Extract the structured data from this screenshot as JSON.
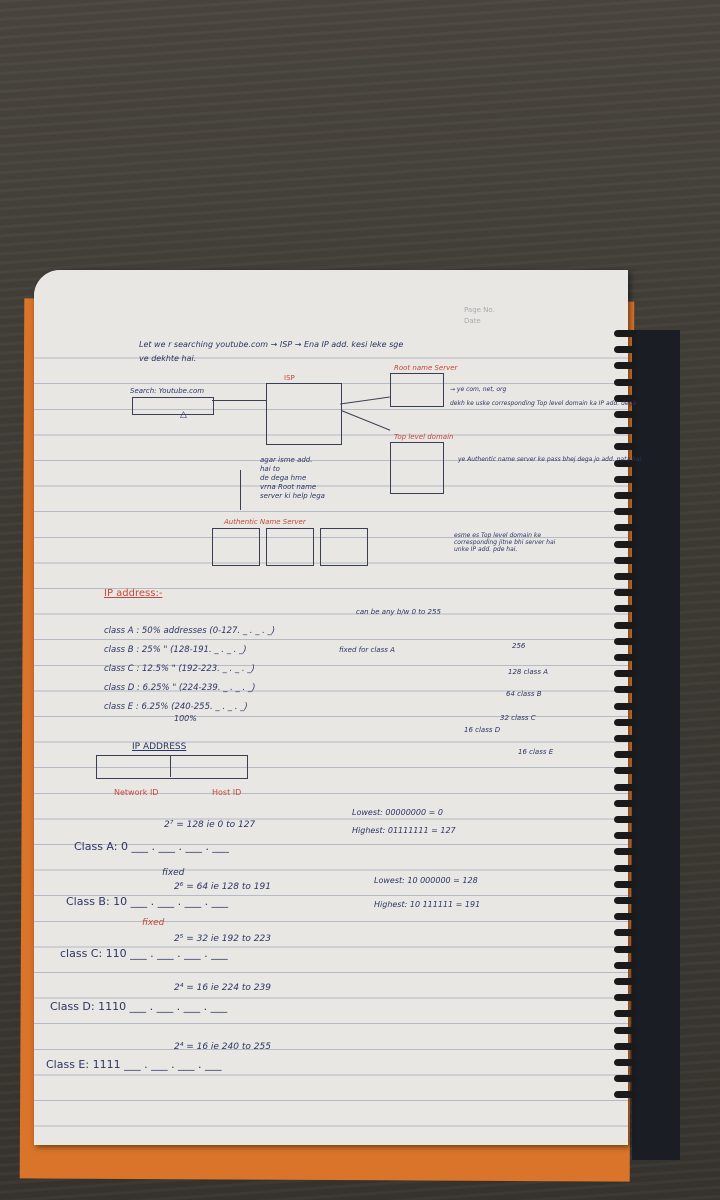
{
  "page": {
    "header_page_no": "Page No.",
    "header_date": "Date"
  },
  "notes": {
    "intro_line1": "Let we r searching youtube.com → ISP → Ena IP add. kesi leke sge",
    "intro_line2": "ve dekhte hai.",
    "search_label": "Search: Youtube.com",
    "isp_label": "ISP",
    "root_server": "Root name Server",
    "root_note1": "→ ye com, net, org",
    "root_note2": "dekh ke uske corresponding Top level domain ka IP add. dega",
    "top_level": "Top level domain",
    "top_note": "ye Authentic name server ke pass bhej dega jo add. pata hai",
    "isp_note1": "agar isme add.",
    "isp_note2": "hai to",
    "isp_note3": "de dega hme",
    "isp_note4": "vrna Root name",
    "isp_note5": "server ki help lega",
    "authentic": "Authentic Name Server",
    "tld_note": "esme es Top level domain ke corresponding jitne bhi server hai unke IP add. pde hai."
  },
  "ip": {
    "heading": "IP address:-",
    "range_note": "can be any b/w 0 to 255",
    "classes": [
      "class A : 50% addresses (0-127. _ . _ . _)",
      "class B : 25% \" (128-191. _ . _ . _)",
      "class C : 12.5% \" (192-223. _ . _ . _)",
      "class D : 6.25% \" (224-239. _ . _ . _)",
      "class E : 6.25% (240-255. _ . _ . _)"
    ],
    "fixed_for_a": "fixed for class A",
    "total": "100%",
    "tree": [
      "256",
      "128 class A",
      "64 class B",
      "32 class C",
      "16 class D",
      "16 class E"
    ],
    "address_heading": "IP ADDRESS",
    "network_id": "Network ID",
    "host_id": "Host ID"
  },
  "classes": {
    "a_pow": "2⁷ = 128 ie 0 to 127",
    "a_row": "Class A: 0 ___ . ___ . ___ . ___",
    "a_low": "Lowest: 00000000 = 0",
    "a_high": "Highest: 01111111 = 127",
    "fixed1": "fixed",
    "b_pow": "2⁶ = 64 ie 128 to 191",
    "b_row": "Class B: 10 ___ . ___ . ___ . ___",
    "b_low": "Lowest: 10 000000 = 128",
    "b_high": "Highest: 10 111111 = 191",
    "fixed2": "fixed",
    "c_pow": "2⁵ = 32 ie 192 to 223",
    "c_row": "class C: 110 ___ . ___ . ___ . ___",
    "d_pow": "2⁴ = 16 ie 224 to 239",
    "d_row": "Class D: 1110 ___ . ___ . ___ . ___",
    "e_pow": "2⁴ = 16 ie 240 to 255",
    "e_row": "Class E: 1111 ___ . ___ . ___ . ___"
  },
  "colors": {
    "ink_blue": "#2c3566",
    "ink_red": "#c7483b",
    "paper": "#e8e7e3",
    "cover": "#d9742a"
  }
}
